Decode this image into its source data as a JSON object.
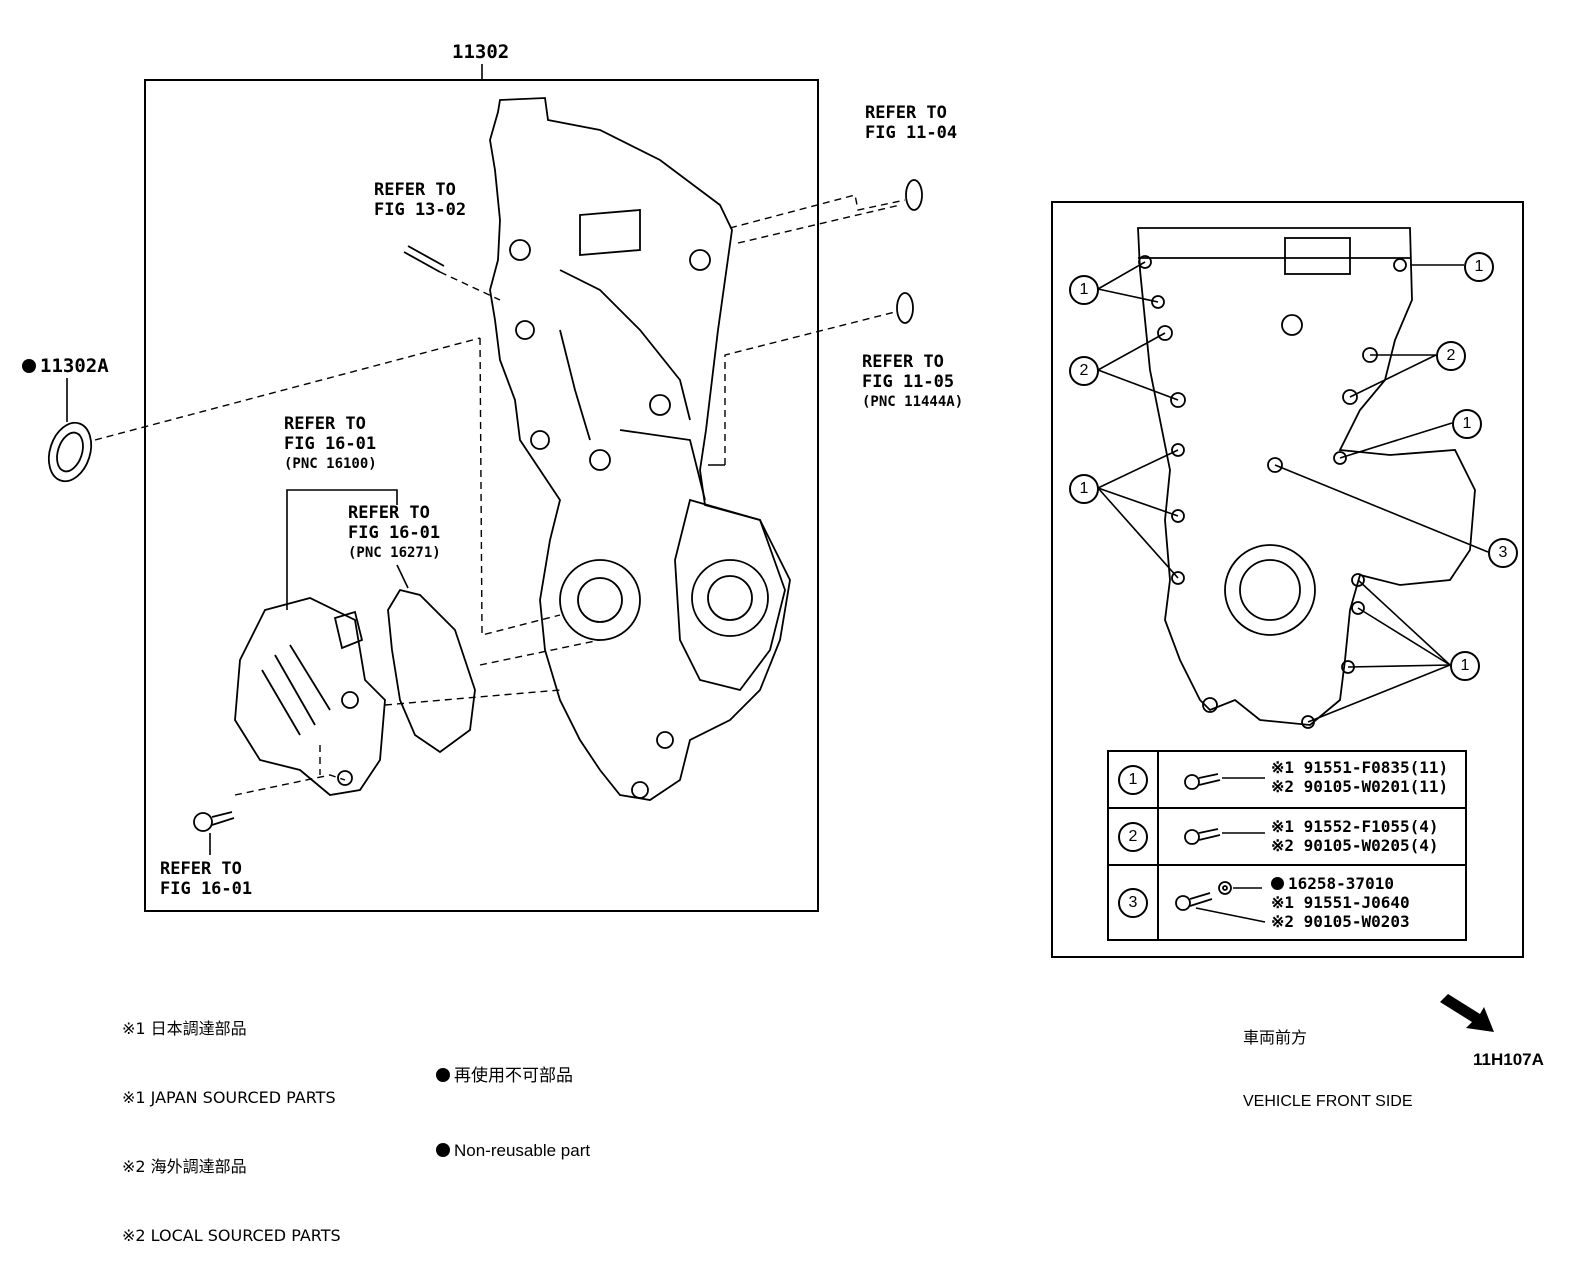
{
  "main_part": "11302",
  "seal_part": "11302A",
  "refs": {
    "fig_13_02": [
      "REFER TO",
      "FIG 13-02"
    ],
    "fig_11_04": [
      "REFER TO",
      "FIG 11-04"
    ],
    "fig_11_05": [
      "REFER TO",
      "FIG 11-05",
      "(PNC 11444A)"
    ],
    "fig_16_01_pump": [
      "REFER TO",
      "FIG 16-01",
      "(PNC 16100)"
    ],
    "fig_16_01_gasket": [
      "REFER TO",
      "FIG 16-01",
      "(PNC 16271)"
    ],
    "fig_16_01_bolt": [
      "REFER TO",
      "FIG 16-01"
    ]
  },
  "callouts": [
    "1",
    "2",
    "3"
  ],
  "legend": [
    {
      "num": "1",
      "codes": [
        "※1 91551-F0835(11)",
        "※2 90105-W0201(11)"
      ]
    },
    {
      "num": "2",
      "codes": [
        "※1 91552-F1055(4)",
        "※2 90105-W0205(4)"
      ]
    },
    {
      "num": "3",
      "codes": [
        "16258-37010",
        "※1 91551-J0640",
        "※2 90105-W0203"
      ]
    }
  ],
  "notes": [
    "※1 日本調達部品",
    "※1 JAPAN SOURCED PARTS",
    "※2 海外調達部品",
    "※2 LOCAL SOURCED PARTS"
  ],
  "nonreusable": [
    "再使用不可部品",
    "Non-reusable part"
  ],
  "direction": [
    "車両前方",
    "VEHICLE FRONT SIDE"
  ],
  "figure_id": "11H107A"
}
